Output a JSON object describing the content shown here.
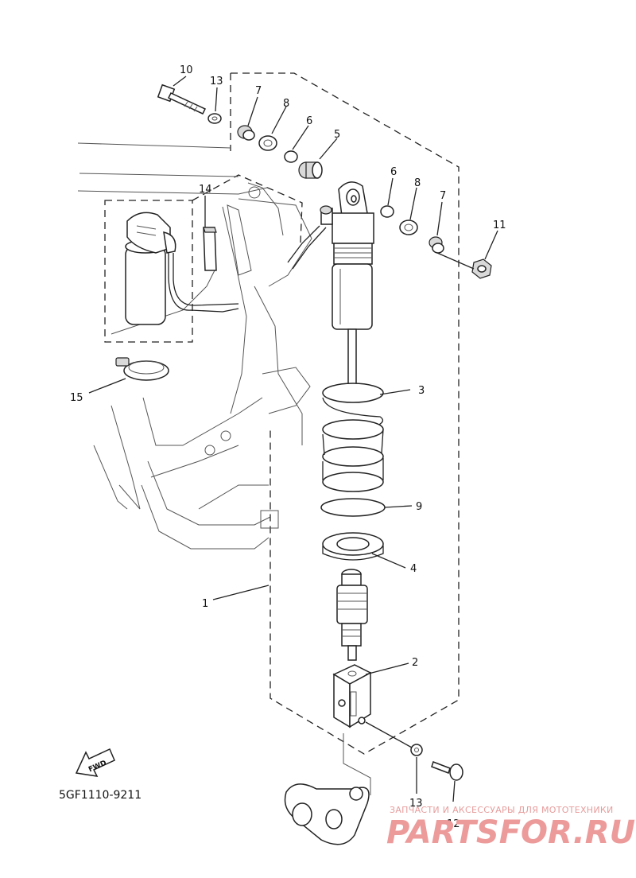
{
  "diagram": {
    "part_code": "5GF1110-9211",
    "fwd_label": "FWD",
    "callouts": [
      "1",
      "2",
      "3",
      "4",
      "5",
      "6",
      "6",
      "7",
      "7",
      "8",
      "8",
      "9",
      "10",
      "11",
      "12",
      "13",
      "13",
      "14",
      "15"
    ]
  },
  "watermark": {
    "tagline": "ЗАПЧАСТИ И АКСЕССУАРЫ ДЛЯ МОТОТЕХНИКИ",
    "brand": "PARTSFOR.RU"
  }
}
